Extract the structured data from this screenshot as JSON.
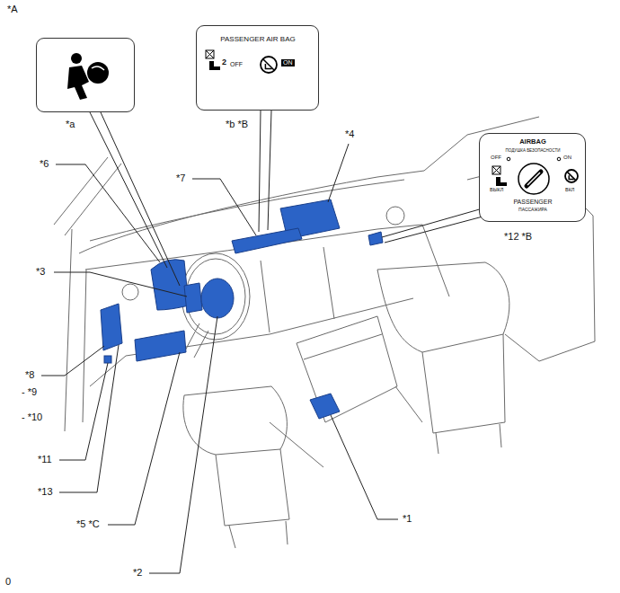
{
  "diagram": {
    "nodes": [
      {
        "text": [
          "*a"
        ]
      },
      {
        "text": [
          "PASSENGER AIR BAG",
          "2",
          "OFF",
          "ON",
          "*b *B"
        ]
      },
      {
        "text": [
          "AIRBAG",
          "ПОДУШКА БЕЗОПАСНОСТИ",
          "OFF",
          "ON",
          "ВЫКЛ",
          "ВКЛ",
          "PASSENGER",
          "ПАССАЖИРА",
          "*12 *B"
        ]
      }
    ],
    "labels": [
      "*A",
      "*6",
      "*7",
      "*4",
      "*3",
      "*8",
      "- *9",
      "- *10",
      "*11",
      "*13",
      "*5 *C",
      "*2",
      "*1",
      "0"
    ]
  }
}
